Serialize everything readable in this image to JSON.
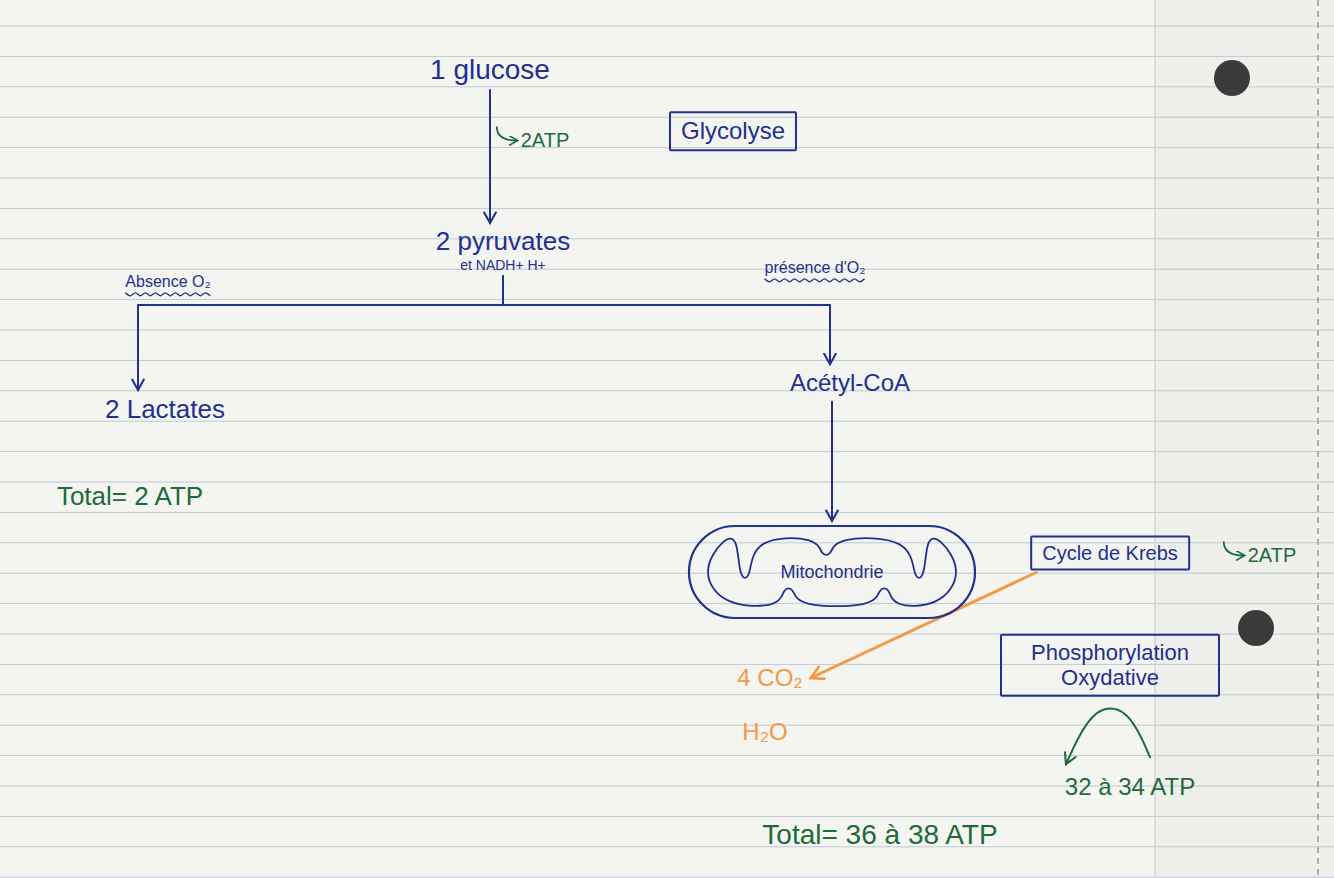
{
  "diagram": {
    "nodes": [
      {
        "text": [
          "1 glucose"
        ]
      },
      {
        "text": [
          "Glycolyse"
        ]
      },
      {
        "text": [
          "2 pyruvates",
          "et NADH+ H+"
        ]
      },
      {
        "text": [
          "2 Lactates"
        ]
      },
      {
        "text": [
          "Acétyl-CoA"
        ]
      },
      {
        "text": [
          "Mitochondrie"
        ]
      },
      {
        "text": [
          "Cycle de Krebs"
        ]
      },
      {
        "text": [
          "Phosphorylation Oxydative"
        ]
      },
      {
        "text": [
          "4 CO₂"
        ]
      },
      {
        "text": [
          "32 à 34 ATP"
        ]
      }
    ],
    "edges": [
      {
        "from": 0,
        "to": 2,
        "label": "2ATP",
        "arrow": "to"
      },
      {
        "from": 2,
        "to": 3,
        "label": "Absence O₂",
        "arrow": "to"
      },
      {
        "from": 2,
        "to": 4,
        "label": "présence d'O₂",
        "arrow": "to"
      },
      {
        "from": 4,
        "to": 5,
        "arrow": "to"
      },
      {
        "from": 6,
        "to": 8,
        "arrow": "to"
      },
      {
        "from": 7,
        "to": 9,
        "arrow": "to"
      }
    ],
    "labels": [
      "Total= 2 ATP",
      "2ATP",
      "H₂O",
      "Total= 36 à 38 ATP"
    ]
  }
}
